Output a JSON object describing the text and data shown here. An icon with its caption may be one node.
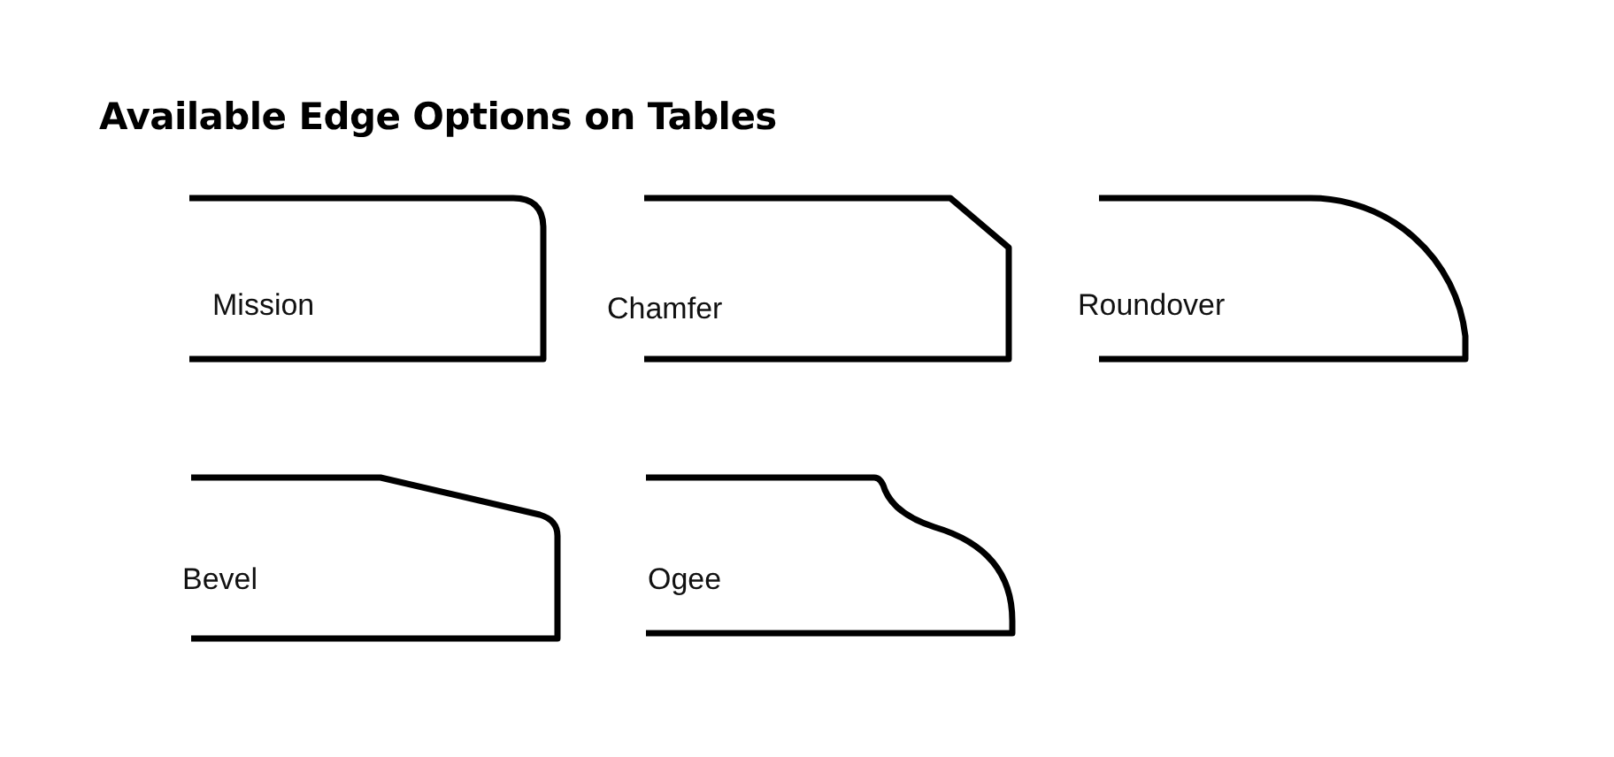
{
  "diagram": {
    "title": "Available Edge Options on Tables",
    "nodes": [
      {
        "text": [
          "Mission"
        ]
      },
      {
        "text": [
          "Chamfer"
        ]
      },
      {
        "text": [
          "Roundover"
        ]
      },
      {
        "text": [
          "Bevel"
        ]
      },
      {
        "text": [
          "Ogee"
        ]
      }
    ]
  }
}
